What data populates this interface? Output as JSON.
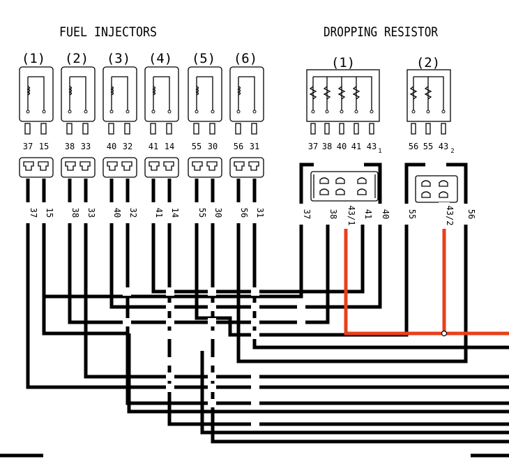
{
  "titles": {
    "injectors": "FUEL INJECTORS",
    "resistor": "DROPPING RESISTOR"
  },
  "injectors": [
    {
      "number": "(1)",
      "pins": [
        "37",
        "15"
      ]
    },
    {
      "number": "(2)",
      "pins": [
        "38",
        "33"
      ]
    },
    {
      "number": "(3)",
      "pins": [
        "40",
        "32"
      ]
    },
    {
      "number": "(4)",
      "pins": [
        "41",
        "14"
      ]
    },
    {
      "number": "(5)",
      "pins": [
        "55",
        "30"
      ]
    },
    {
      "number": "(6)",
      "pins": [
        "56",
        "31"
      ]
    }
  ],
  "resistors": [
    {
      "number": "(1)",
      "pins": [
        "37",
        "38",
        "40",
        "41",
        "43"
      ],
      "subscript": "1"
    },
    {
      "number": "(2)",
      "pins": [
        "56",
        "55",
        "43"
      ],
      "subscript": "2"
    }
  ],
  "wire_labels": {
    "injectors": [
      "37",
      "15",
      "38",
      "33",
      "40",
      "32",
      "41",
      "14",
      "55",
      "30",
      "56",
      "31"
    ],
    "resistor1": [
      "37",
      "38",
      "43/1",
      "41",
      "40"
    ],
    "resistor2": [
      "55",
      "43/2",
      "56"
    ]
  },
  "colors": {
    "wire": "#000000",
    "power_wire": "#e8401c"
  }
}
